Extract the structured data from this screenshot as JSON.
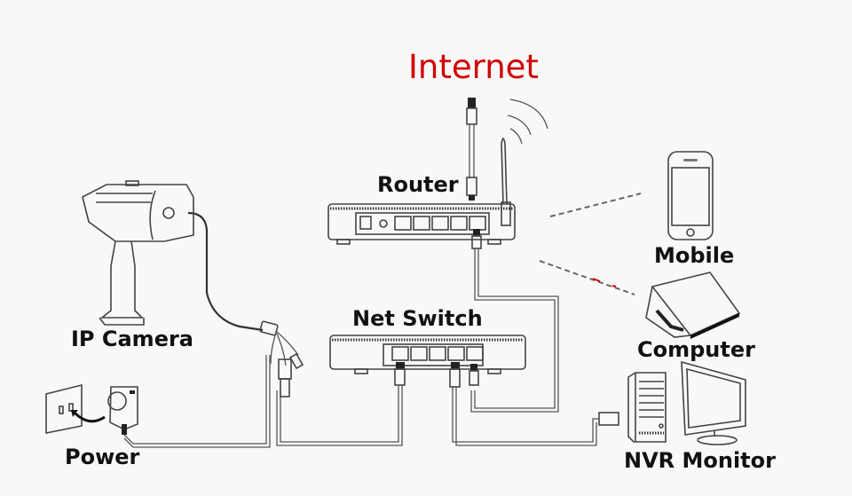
{
  "title": "Internet",
  "title_color": "#d40000",
  "nodes": {
    "router": "Router",
    "net_switch": "Net Switch",
    "ip_camera": "IP Camera",
    "power": "Power",
    "mobile": "Mobile",
    "computer": "Computer",
    "nvr_monitor": "NVR Monitor"
  },
  "connections": [
    {
      "from": "Internet",
      "to": "Router",
      "type": "wired"
    },
    {
      "from": "Router",
      "to": "Net Switch",
      "type": "wired"
    },
    {
      "from": "Router",
      "to": "Mobile",
      "type": "wireless"
    },
    {
      "from": "Router",
      "to": "Computer",
      "type": "wireless"
    },
    {
      "from": "IP Camera",
      "to": "Net Switch",
      "type": "wired"
    },
    {
      "from": "Power",
      "to": "IP Camera",
      "type": "wired"
    },
    {
      "from": "Net Switch",
      "to": "NVR Monitor",
      "type": "wired"
    }
  ]
}
